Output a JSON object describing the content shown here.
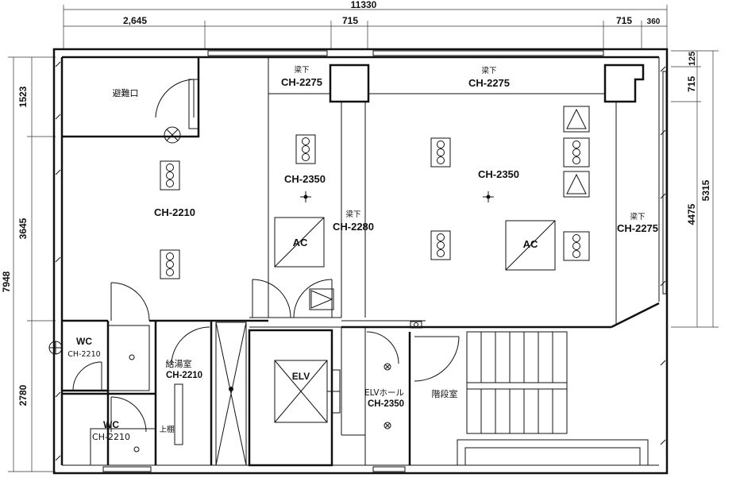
{
  "dimensions": {
    "total_width": "11330",
    "top_segments": [
      "2,645",
      "715",
      "715",
      "360"
    ],
    "total_height": "7948",
    "left_segments": [
      "1523",
      "3645",
      "2780"
    ],
    "right_segments": [
      "125",
      "715",
      "5315",
      "4475"
    ]
  },
  "rooms": {
    "evacuation": "避難口",
    "main_left": "CH-2210",
    "beam_left": "梁下",
    "beam_left_ch": "CH-2275",
    "center_ch": "CH-2350",
    "beam_center": "梁下",
    "beam_center_ch": "CH-2280",
    "beam_top_right": "梁下",
    "beam_top_right_ch": "CH-2275",
    "right_ch": "CH-2350",
    "beam_right": "梁下",
    "beam_right_ch": "CH-2275",
    "ac1": "AC",
    "ac2": "AC",
    "wc1": "WC",
    "wc1_ch": "CH-2210",
    "wc2": "WC",
    "wc2_ch": "CH-2210",
    "kitchen": "給湯室",
    "kitchen_ch": "CH-2210",
    "shelf": "上棚",
    "elv": "ELV",
    "elv_hall": "ELVホール",
    "elv_hall_ch": "CH-2350",
    "stairs": "階段室"
  }
}
